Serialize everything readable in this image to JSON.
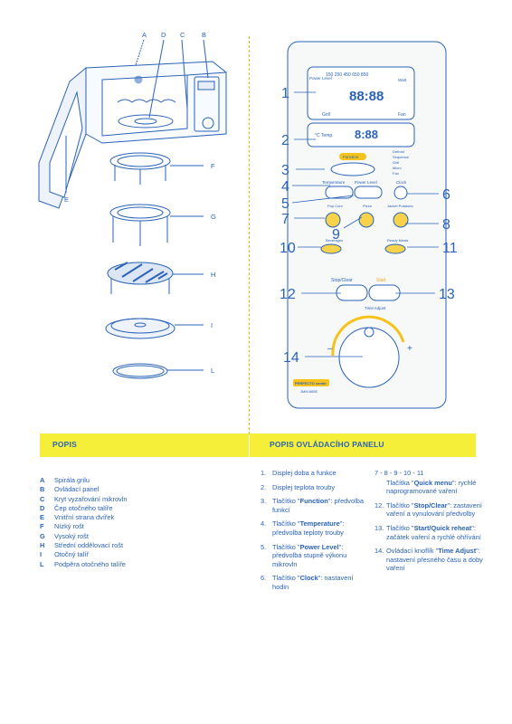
{
  "figure_letters": [
    "A",
    "B",
    "C",
    "D",
    "E",
    "F",
    "G",
    "H",
    "I",
    "L"
  ],
  "panel_numbers": [
    "1",
    "2",
    "3",
    "4",
    "5",
    "6",
    "7",
    "8",
    "9",
    "10",
    "11",
    "12",
    "13",
    "14"
  ],
  "panel": {
    "display1_scale": "150  250  450  650  850",
    "display1_power_label": "Power Level",
    "display1_watt": "Watt",
    "display1_digits": "88:88",
    "display1_grill": "Grill",
    "display1_fan": "Fan",
    "display2_digits": "8:88",
    "display2_temp": "°C Temp.",
    "legend": [
      "Defrost",
      "Sequence",
      "Grill",
      "Micro",
      "Fan"
    ],
    "function_label": "Function",
    "temperature_label": "Temperature",
    "power_level_label": "Power Level",
    "clock_label": "Clock",
    "popcorn_label": "Pop Corn",
    "pizza_label": "Pizza",
    "jacket_potatoes_label": "Jacket Potatoes",
    "beverages_label": "Beverages",
    "ready_meals_label": "Ready Meals",
    "stop_clear_label": "Stop/Clear",
    "start_label": "Start",
    "time_adjust_label": "Time Adjust",
    "minus": "–",
    "plus": "+",
    "brand": "PERFECTO combi",
    "model": "JMM 865E"
  },
  "headers": {
    "left": "POPIS",
    "right": "POPIS OVLÁDACÍHO PANELU"
  },
  "parts": [
    {
      "key": "A",
      "text": "Spirála grilu"
    },
    {
      "key": "B",
      "text": "Ovládací panel"
    },
    {
      "key": "C",
      "text": "Kryt vyzařování mikrovln"
    },
    {
      "key": "D",
      "text": "Čep otočného talíře"
    },
    {
      "key": "E",
      "text": "Vnitřní strana dvířek"
    },
    {
      "key": "F",
      "text": "Nízký rošt"
    },
    {
      "key": "G",
      "text": "Vysoký rošt"
    },
    {
      "key": "H",
      "text": "Střední oddělovací rošt"
    },
    {
      "key": "I",
      "text": "Otočný talíř"
    },
    {
      "key": "L",
      "text": "Podpěra otočného talíře"
    }
  ],
  "controls_col1": [
    {
      "num": "1.",
      "pre": "Displej doba a funkce",
      "bold": "",
      "post": ""
    },
    {
      "num": "2.",
      "pre": "Displej teplota trouby",
      "bold": "",
      "post": ""
    },
    {
      "num": "3.",
      "pre": "Tlačítko \"",
      "bold": "Function",
      "post": "\": předvolba funkcí"
    },
    {
      "num": "4.",
      "pre": "Tlačítko \"",
      "bold": "Temperature",
      "post": "\": předvolba teploty trouby"
    },
    {
      "num": "5.",
      "pre": "Tlačítko \"",
      "bold": "Power Level",
      "post": "\": předvolba stupně výkonu mikrovln"
    },
    {
      "num": "6.",
      "pre": "Tlačítko \"",
      "bold": "Clock",
      "post": "\": nastavení hodin"
    }
  ],
  "controls_col2_head": "7 - 8 - 9 - 10 - 11",
  "controls_col2": [
    {
      "num": "",
      "pre": "Tlačítka \"",
      "bold": "Quick menu",
      "post": "\": rychlé naprogramované vaření"
    },
    {
      "num": "12.",
      "pre": "Tlačítko \"",
      "bold": "Stop/Clear",
      "post": "\": zastavení vaření a vynulování předvolby"
    },
    {
      "num": "13.",
      "pre": "Tlačítko \"",
      "bold": "Start/Quick reheat",
      "post": "\": začátek vaření a rychlé ohřívání"
    },
    {
      "num": "14.",
      "pre": "Ovládací knoflík \"",
      "bold": "Time Adjust",
      "post": "\": nastavení přesného času a doby vaření"
    }
  ]
}
